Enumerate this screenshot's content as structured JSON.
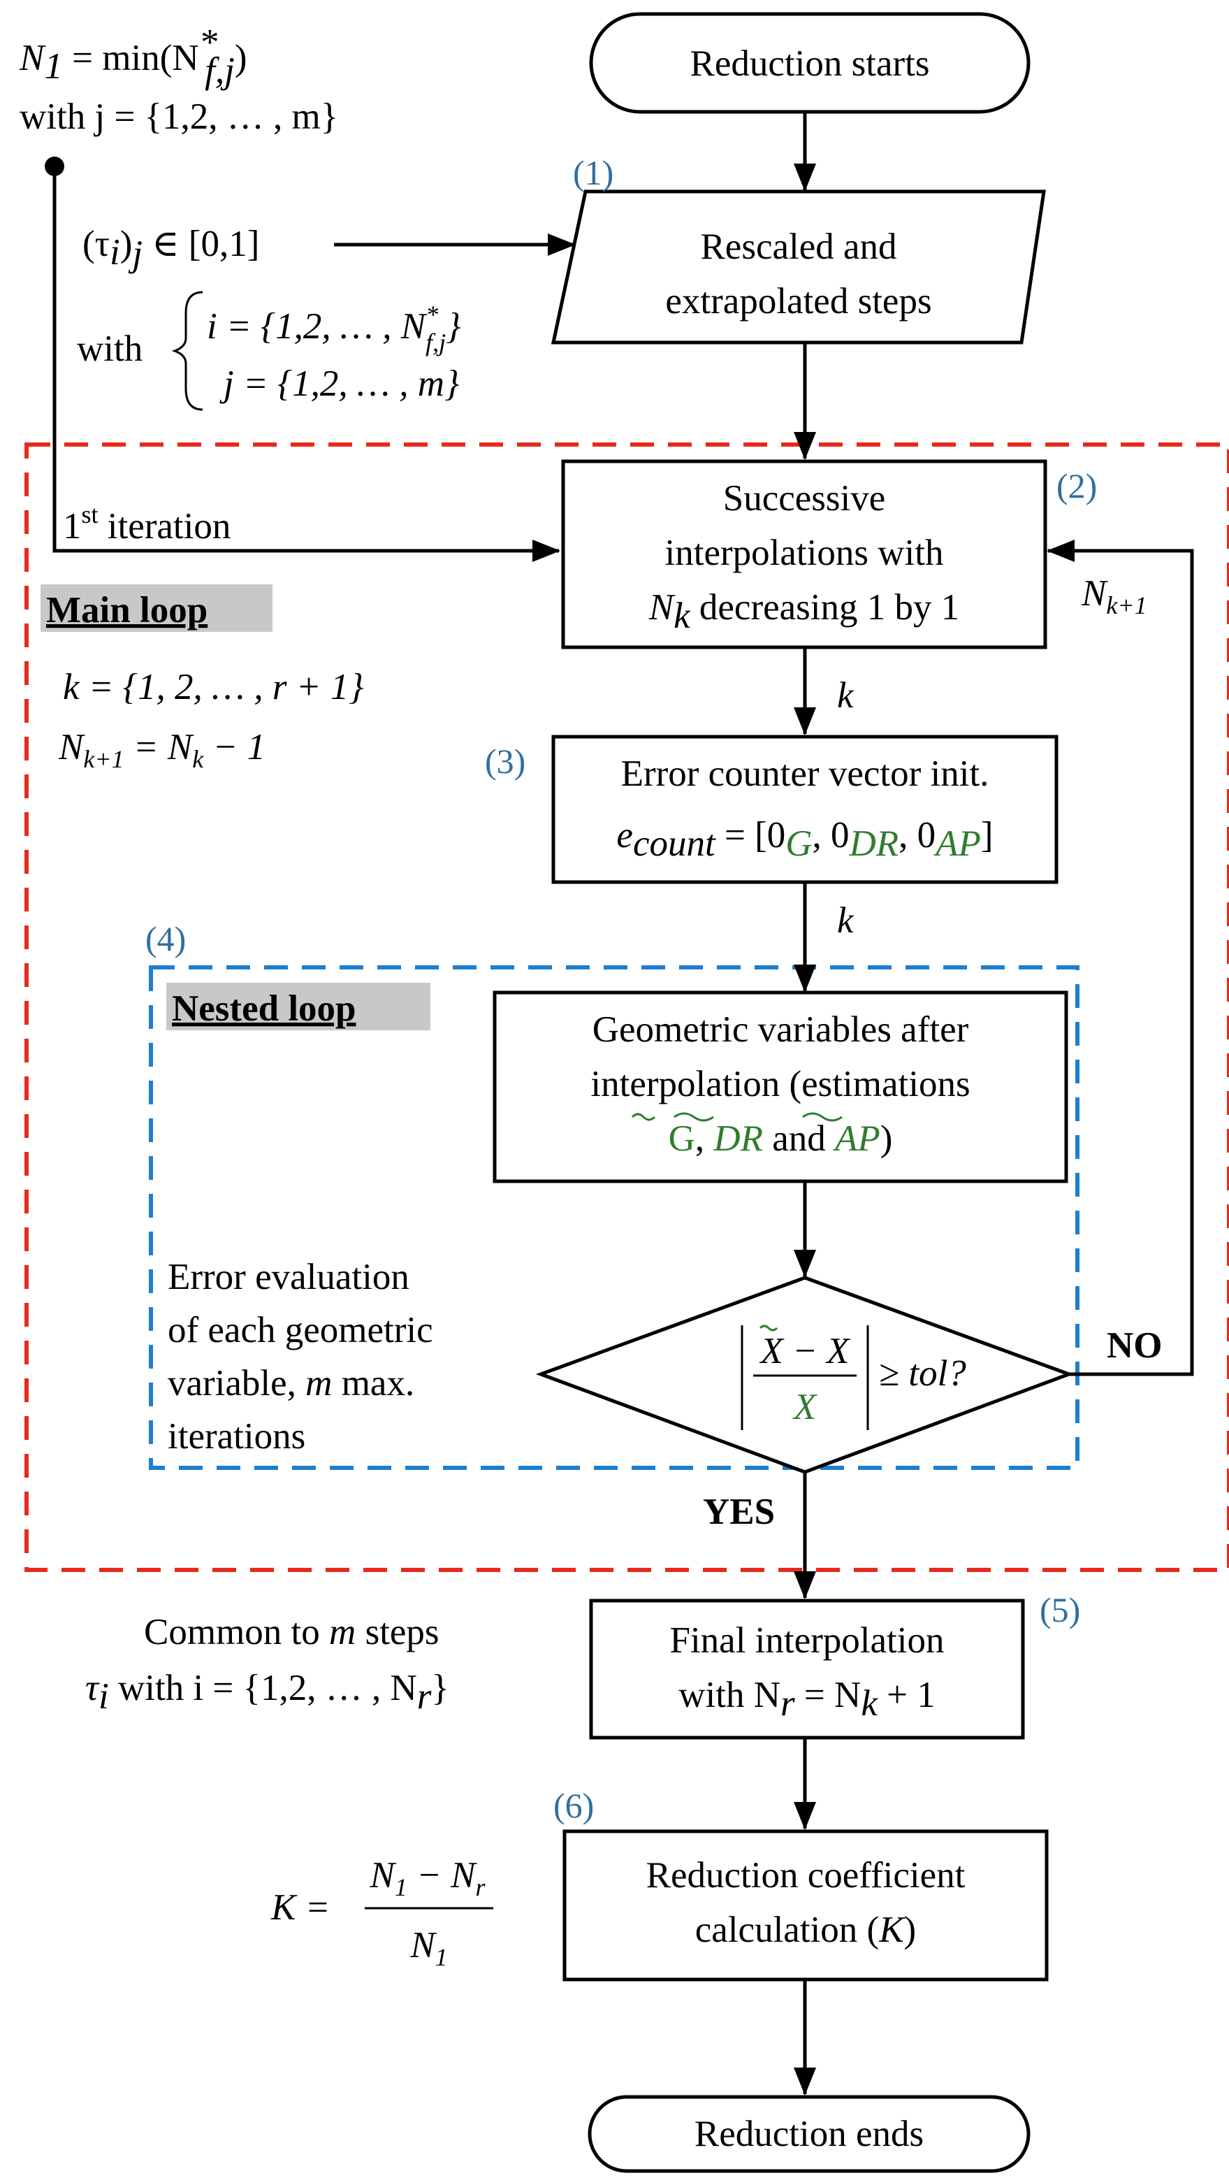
{
  "nodes": {
    "start": "Reduction starts",
    "step1_l1": "Rescaled and",
    "step1_l2": "extrapolated steps",
    "step2_l1": "Successive",
    "step2_l2": "interpolations with",
    "step2_l3": "N",
    "step2_l3_sub": "k",
    "step2_l3_rest": " decreasing 1 by 1",
    "step3_l1": "Error counter vector init.",
    "step3_lhs": "e",
    "step3_lhs_sub": "count",
    "step3_eq": " = [0",
    "step3_g": "G",
    "step3_c1": ", 0",
    "step3_dr": "DR",
    "step3_c2": ", 0",
    "step3_ap": "AP",
    "step3_end": "]",
    "step4_l1": "Geometric variables after",
    "step4_l2": "interpolation (estimations",
    "step4_g": "G",
    "step4_c1": ", ",
    "step4_dr": "DR",
    "step4_and": " and ",
    "step4_ap": "AP",
    "step4_end": ")",
    "decision_num": "X − X",
    "decision_den": "X",
    "decision_tol": "≥ tol?",
    "step5_l1": "Final interpolation",
    "step5_l2": "with N",
    "step5_l2_sub": "r",
    "step5_l2_rest": " = N",
    "step5_l2_sub2": "k",
    "step5_l2_end": " + 1",
    "step6_l1": "Reduction coefficient",
    "step6_l2": "calculation (",
    "step6_K": "K",
    "step6_end": ")",
    "end": "Reduction ends"
  },
  "step_numbers": [
    "(1)",
    "(2)",
    "(3)",
    "(4)",
    "(5)",
    "(6)"
  ],
  "labels": {
    "n1_def": "N",
    "n1_sub": "1",
    "n1_eq": " = min(N",
    "n1_sup": "*",
    "n1_sub2": "f,j",
    "n1_end": ")",
    "with_j": "with j = {1,2, … , m}",
    "tau_range": "(τ",
    "tau_sub": "i",
    "tau_rest": ")",
    "tau_sub2": "j",
    "tau_end": " ∈ [0,1]",
    "with_word": "with",
    "with_i": "i = {1,2, … , N",
    "with_i_sup": "*",
    "with_i_sub": "f,j",
    "with_i_end": "}",
    "with_j2": "j = {1,2, … , m}",
    "first_iter": "1",
    "first_iter_sup": "st",
    "first_iter_rest": " iteration",
    "main_loop": "Main loop",
    "k_def": "k = {1, 2, … , r + 1}",
    "nk_def": "N",
    "nk_sub": "k+1",
    "nk_eq": " = N",
    "nk_sub2": "k",
    "nk_end": " − 1",
    "k_edge1": "k",
    "k_edge2": "k",
    "nk1_edge": "N",
    "nk1_edge_sub": "k+1",
    "nested_loop": "Nested loop",
    "err_l1": "Error evaluation",
    "err_l2": "of each geometric",
    "err_l3": "variable, ",
    "err_l3_m": "m",
    "err_l3_rest": " max.",
    "err_l4": "iterations",
    "no": "NO",
    "yes": "YES",
    "common_l1": "Common to ",
    "common_l1_m": "m",
    "common_l1_rest": " steps",
    "common_tau": "τ",
    "common_tau_sub": "i",
    "common_rest": "   with i = {1,2, … , N",
    "common_sub": "r",
    "common_end": "}",
    "K_lhs": "K =",
    "K_num": "N",
    "K_num_sub": "1",
    "K_num_mid": " − N",
    "K_num_sub2": "r",
    "K_den": "N",
    "K_den_sub": "1"
  },
  "colors": {
    "main_loop_border": "#e8291c",
    "nested_loop_border": "#1e7fd0",
    "step_number": "#2f6f9f",
    "green_variables": "#2e7d2e",
    "loop_title_highlight": "#c8c8c8"
  }
}
